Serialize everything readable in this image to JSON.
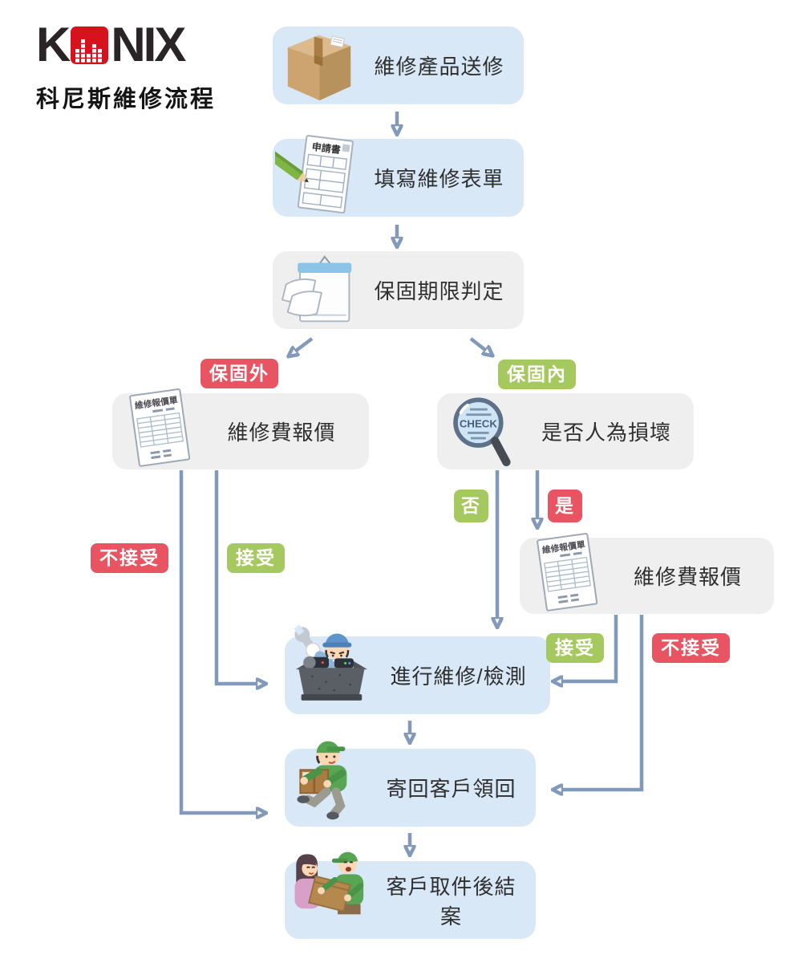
{
  "colors": {
    "box_blue": "#d8e8f7",
    "box_gray": "#efeff0",
    "tag_red": "#e85462",
    "tag_green": "#a6c95f",
    "arrow": "#8299bb",
    "logo_red": "#d6131c",
    "text_dark": "#2f2f2f"
  },
  "logo": {
    "brand_prefix": "K",
    "brand_suffix": "NIX",
    "subtitle": "科尼斯維修流程"
  },
  "flow": {
    "send": "維修產品送修",
    "form": "填寫維修表單",
    "warranty": "保固期限判定",
    "quote_left": "維修費報價",
    "check": "是否人為損壞",
    "quote_right": "維修費報價",
    "repair": "進行維修/檢測",
    "return_ship": "寄回客戶領回",
    "close_case": "客戶取件後結案"
  },
  "tags": {
    "out_warranty": "保固外",
    "in_warranty": "保固內",
    "no": "否",
    "yes": "是",
    "reject_left": "不接受",
    "accept_left": "接受",
    "accept_right": "接受",
    "reject_right": "不接受"
  },
  "icon_text": {
    "application_form": "申請書",
    "quote_sheet": "維修報價單",
    "check_lens": "CHECK"
  }
}
